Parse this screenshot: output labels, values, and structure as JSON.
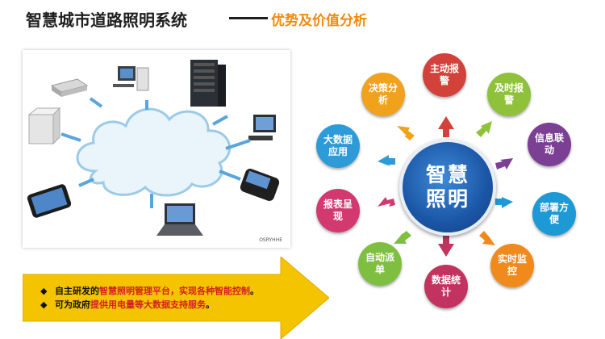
{
  "title": {
    "main": "智慧城市道路照明系统",
    "sub": "优势及价值分析"
  },
  "diagram": {
    "watermark": "OSRYHHE"
  },
  "bullets": [
    {
      "pre": "自主研发的",
      "highlight": "智慧照明管理平台，实现各种智能控制",
      "post": "。"
    },
    {
      "pre": "可为政府",
      "highlight": "提供用电量等大数据支持服务",
      "post": "。"
    }
  ],
  "bullet_marker": "◆",
  "hub": {
    "label": "智慧照明",
    "color": "#1b56a6"
  },
  "nodes": [
    {
      "label": "主动报警",
      "color": "#d2423a"
    },
    {
      "label": "及时报警",
      "color": "#8fc23a"
    },
    {
      "label": "信息联动",
      "color": "#7b3f93"
    },
    {
      "label": "部署方便",
      "color": "#1d9ad6"
    },
    {
      "label": "实时监控",
      "color": "#f08a1c"
    },
    {
      "label": "数据统计",
      "color": "#c3335f"
    },
    {
      "label": "自动派单",
      "color": "#7fbf3f"
    },
    {
      "label": "报表呈现",
      "color": "#d23a6f"
    },
    {
      "label": "大数据应用",
      "color": "#2d9bd8"
    },
    {
      "label": "决策分析",
      "color": "#f0a21c"
    }
  ],
  "accent_colors": {
    "title_sub": "#f08a10",
    "arrow": "#f5c400",
    "highlight": "#d32020"
  }
}
